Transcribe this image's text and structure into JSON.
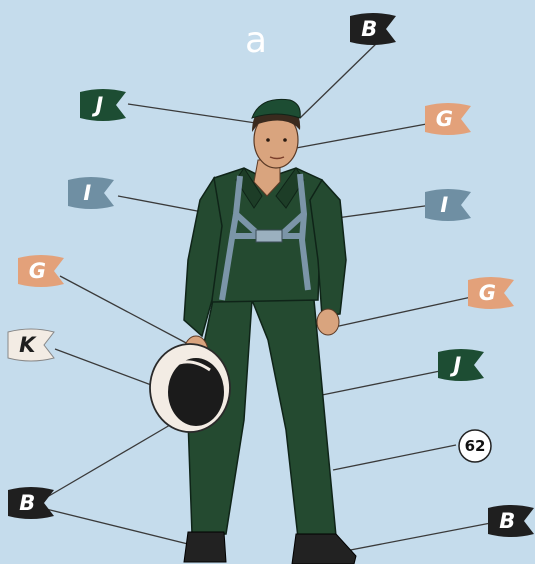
{
  "panel_label": "a",
  "colors": {
    "background": "#c5dcec",
    "B": "#1f1f1f",
    "J": "#1d4d33",
    "G": "#e3a17a",
    "I": "#6f8fa3",
    "K": "#f3ece4",
    "uniform": "#244a30",
    "harness": "#7b95a8",
    "skin": "#d9a47e"
  },
  "callouts": [
    {
      "id": "b-top",
      "code": "B",
      "kind": "flag",
      "color_key": "B"
    },
    {
      "id": "j-left",
      "code": "J",
      "kind": "flag",
      "color_key": "J"
    },
    {
      "id": "g-right-top",
      "code": "G",
      "kind": "flag",
      "color_key": "G"
    },
    {
      "id": "i-left",
      "code": "I",
      "kind": "flag",
      "color_key": "I"
    },
    {
      "id": "i-right",
      "code": "I",
      "kind": "flag",
      "color_key": "I"
    },
    {
      "id": "g-left",
      "code": "G",
      "kind": "flag",
      "color_key": "G"
    },
    {
      "id": "g-right-mid",
      "code": "G",
      "kind": "flag",
      "color_key": "G"
    },
    {
      "id": "k-left",
      "code": "K",
      "kind": "flag",
      "color_key": "K"
    },
    {
      "id": "j-right",
      "code": "J",
      "kind": "flag",
      "color_key": "J"
    },
    {
      "id": "num-62",
      "code": "62",
      "kind": "circle",
      "color_key": "K"
    },
    {
      "id": "b-bottom-left",
      "code": "B",
      "kind": "flag",
      "color_key": "B"
    },
    {
      "id": "b-bottom-right",
      "code": "B",
      "kind": "flag",
      "color_key": "B"
    }
  ]
}
